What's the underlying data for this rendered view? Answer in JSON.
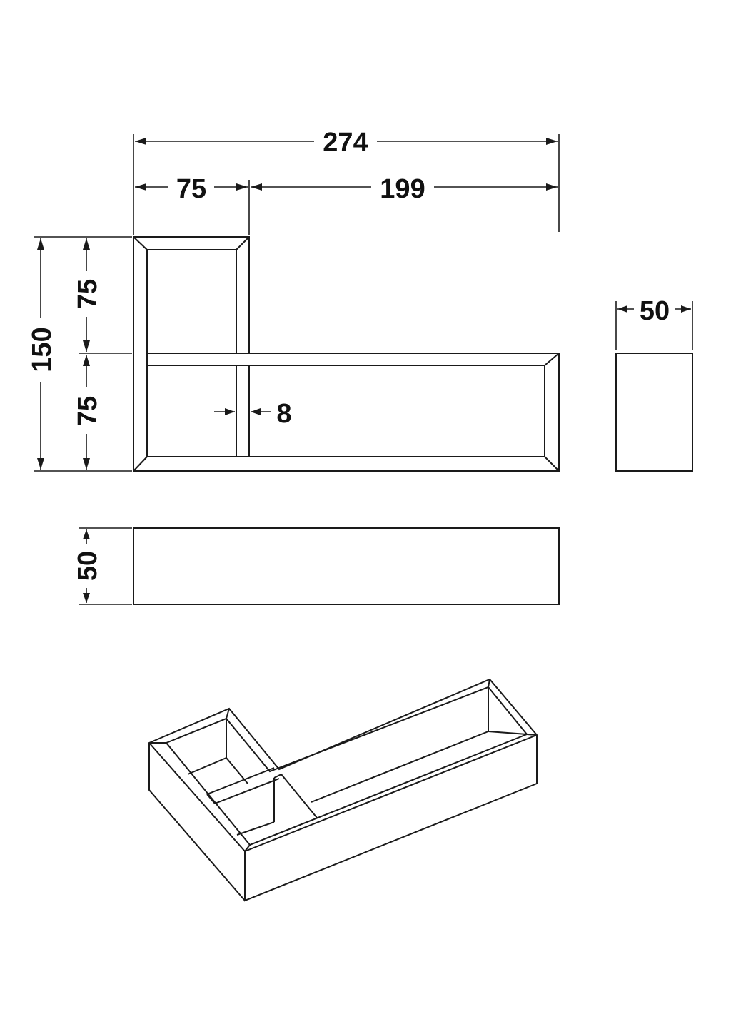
{
  "dimensions": {
    "overall_width": "274",
    "left_section_width": "75",
    "right_section_width": "199",
    "overall_height": "150",
    "upper_height": "75",
    "lower_height": "75",
    "divider_thickness": "8",
    "side_depth": "50",
    "front_height": "50"
  },
  "colors": {
    "line": "#1a1a1a",
    "background": "#ffffff"
  }
}
